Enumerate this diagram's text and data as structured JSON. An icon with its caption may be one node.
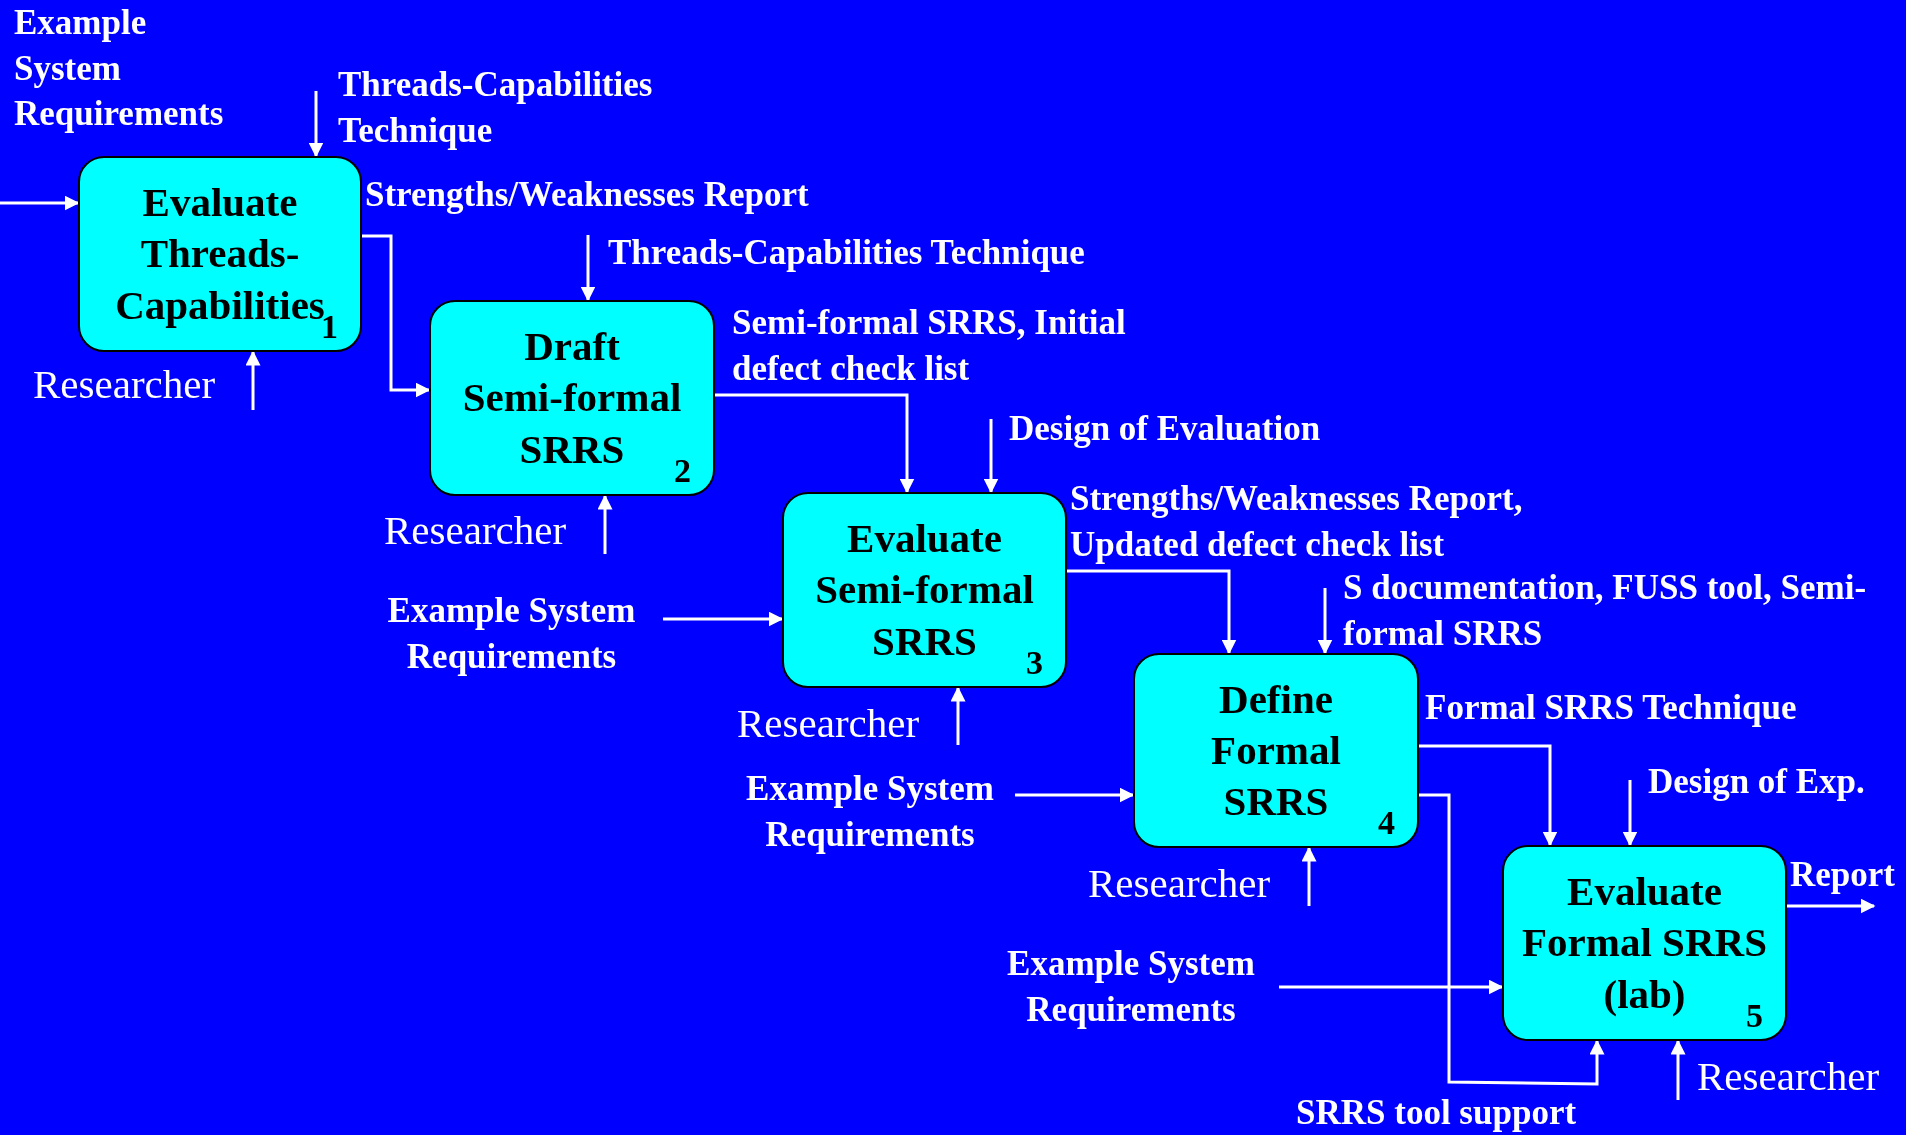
{
  "diagram": {
    "nodes": [
      {
        "text": [
          "Threads-Capabilities Technique"
        ]
      },
      {
        "text": [
          "Evaluate Threads-Capabilities",
          "1"
        ]
      },
      {
        "text": [
          "Researcher"
        ]
      },
      {
        "text": [
          "Threads-Capabilities Technique"
        ]
      },
      {
        "text": [
          "Draft Semi-formal SRRS",
          "2"
        ]
      },
      {
        "text": [
          "Researcher"
        ]
      },
      {
        "text": [
          "Design of Evaluation"
        ]
      },
      {
        "text": [
          "Example System Requirements"
        ]
      },
      {
        "text": [
          "Evaluate Semi-formal SRRS",
          "3"
        ]
      },
      {
        "text": [
          "Researcher"
        ]
      },
      {
        "text": [
          "S documentation, FUSS tool, Semi-formal SRRS"
        ]
      },
      {
        "text": [
          "Example System Requirements"
        ]
      },
      {
        "text": [
          "Define Formal SRRS",
          "4"
        ]
      },
      {
        "text": [
          "Researcher"
        ]
      },
      {
        "text": [
          "Design of Exp."
        ]
      },
      {
        "text": [
          "Example System Requirements"
        ]
      },
      {
        "text": [
          "Evaluate Formal SRRS (lab)",
          "5"
        ]
      },
      {
        "text": [
          "Researcher"
        ]
      }
    ],
    "edges": [
      {
        "from": null,
        "to": 1,
        "arrow": "to"
      },
      {
        "from": 0,
        "to": 1,
        "arrow": "to"
      },
      {
        "from": 2,
        "to": 1,
        "arrow": "to"
      },
      {
        "from": 1,
        "to": 4,
        "arrow": "to",
        "label": "Strengths/Weaknesses Report"
      },
      {
        "from": 3,
        "to": 4,
        "arrow": "to"
      },
      {
        "from": 5,
        "to": 4,
        "arrow": "to"
      },
      {
        "from": 4,
        "to": 8,
        "arrow": "to",
        "label": "Semi-formal SRRS, Initial defect check list"
      },
      {
        "from": 6,
        "to": 8,
        "arrow": "to"
      },
      {
        "from": 7,
        "to": 8,
        "arrow": "to"
      },
      {
        "from": 9,
        "to": 8,
        "arrow": "to"
      },
      {
        "from": 8,
        "to": 12,
        "arrow": "to",
        "label": "Strengths/Weaknesses Report, Updated defect check list"
      },
      {
        "from": 10,
        "to": 12,
        "arrow": "to"
      },
      {
        "from": 11,
        "to": 12,
        "arrow": "to"
      },
      {
        "from": 13,
        "to": 12,
        "arrow": "to"
      },
      {
        "from": 12,
        "to": 16,
        "arrow": "to",
        "label": "Formal SRRS Technique"
      },
      {
        "from": 12,
        "to": 16,
        "arrow": "to",
        "label": "SRRS tool support"
      },
      {
        "from": 14,
        "to": 16,
        "arrow": "to"
      },
      {
        "from": 15,
        "to": 16,
        "arrow": "to"
      },
      {
        "from": 17,
        "to": 16,
        "arrow": "to"
      },
      {
        "from": 16,
        "to": null,
        "arrow": "to",
        "label": "Report"
      }
    ],
    "labels": [
      "Example System Requirements"
    ]
  }
}
